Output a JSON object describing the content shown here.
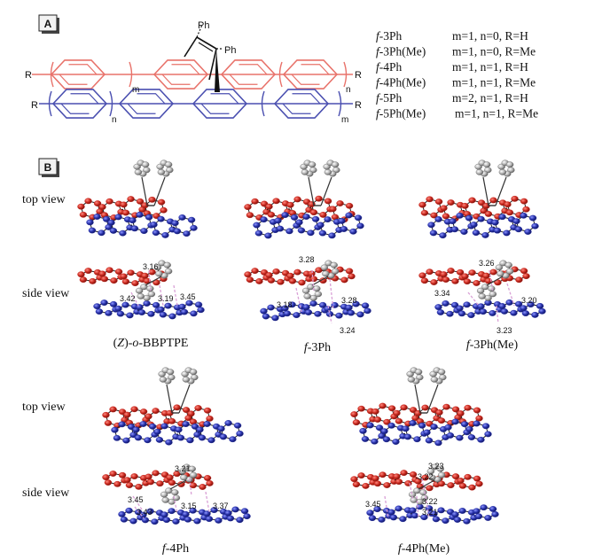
{
  "panels": [
    {
      "label": "A"
    },
    {
      "label": "B"
    }
  ],
  "structure": {
    "ph_top": "Ph",
    "ph_side": "Ph",
    "r_red_left": "R",
    "r_red_right": "R",
    "r_blue_left": "R",
    "r_blue_right": "R",
    "sub_m_red": "m",
    "sub_n_red": "n",
    "sub_n_blue": "n",
    "sub_m_blue": "m",
    "colors": {
      "red": "#e8726a",
      "blue": "#4a4fb0"
    }
  },
  "compounds": [
    {
      "prefix": "f",
      "name": "-3Ph",
      "params": "m=1, n=0, R=H"
    },
    {
      "prefix": "f",
      "name": "-3Ph(Me)",
      "params": "m=1, n=0, R=Me"
    },
    {
      "prefix": "f",
      "name": "-4Ph",
      "params": "m=1, n=1, R=H"
    },
    {
      "prefix": "f",
      "name": "-4Ph(Me)",
      "params": "m=1, n=1, R=Me"
    },
    {
      "prefix": "f",
      "name": "-5Ph",
      "params": "m=2, n=1, R=H"
    },
    {
      "prefix": "f",
      "name": "-5Ph(Me)",
      "params": "m=1, n=1, R=Me"
    }
  ],
  "view_labels": {
    "top1": "top view",
    "side1": "side view",
    "top2": "top view",
    "side2": "side view"
  },
  "structures": [
    {
      "caption_pre": "(",
      "caption_it": "Z",
      "caption_mid": ")-",
      "caption_it2": "o",
      "caption_post": "-BBPTPE",
      "distances": [
        "3.16",
        "3.42",
        "3.19",
        "3.45"
      ]
    },
    {
      "caption_it": "f",
      "caption_post": "-3Ph",
      "distances": [
        "3.28",
        "3.18",
        "3.28",
        "3.24"
      ]
    },
    {
      "caption_it": "f",
      "caption_post": "-3Ph(Me)",
      "distances": [
        "3.26",
        "3.34",
        "3.20",
        "3.23"
      ]
    },
    {
      "caption_it": "f",
      "caption_post": "-4Ph",
      "distances": [
        "3.21",
        "3.45",
        "3.43",
        "3.15",
        "3.37"
      ]
    },
    {
      "caption_it": "f",
      "caption_post": "-4Ph(Me)",
      "distances": [
        "3.23",
        "3.22",
        "3.45",
        "3.22",
        "3.21"
      ]
    }
  ],
  "atom_colors": {
    "red": "#c8281e",
    "blue": "#2630a8",
    "grey": "#b4b4b4"
  }
}
